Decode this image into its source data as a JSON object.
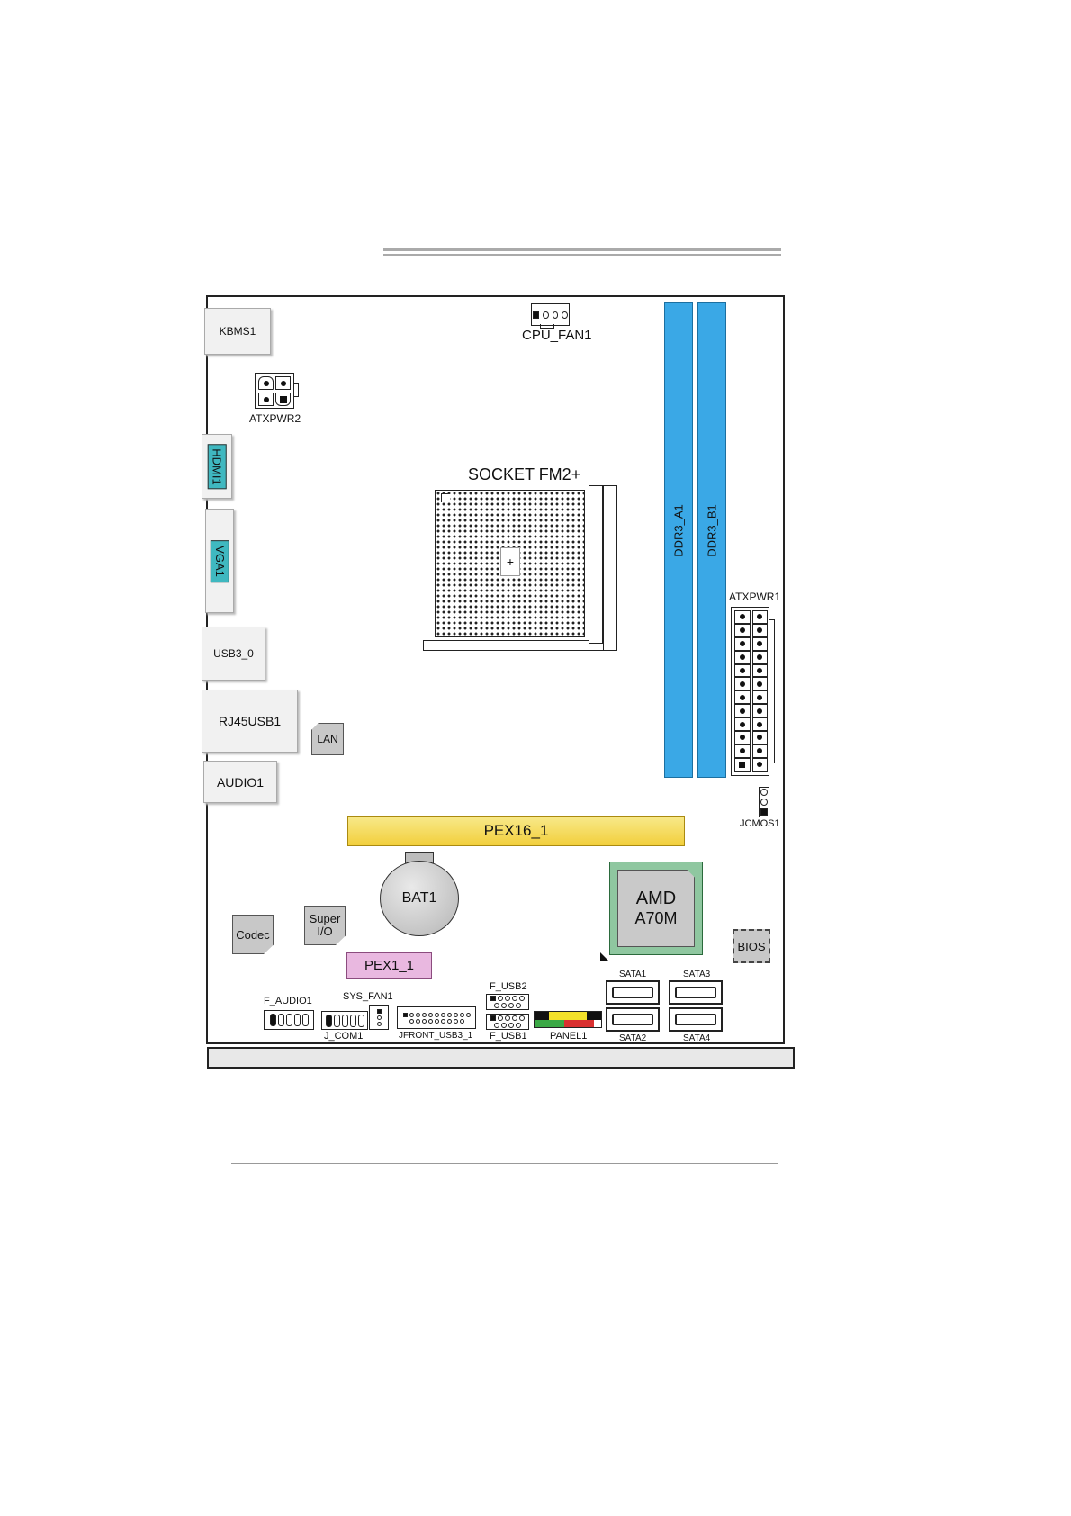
{
  "labels": {
    "kbms": "KBMS1",
    "cpu_fan": "CPU_FAN1",
    "atxpwr2": "ATXPWR2",
    "hdmi": "HDMI1",
    "vga": "VGA1",
    "usb3": "USB3_0",
    "rj45": "RJ45USB1",
    "lan": "LAN",
    "audio": "AUDIO1",
    "socket": "SOCKET FM2+",
    "cpu_mark": "+",
    "ddr3_a1": "DDR3_A1",
    "ddr3_b1": "DDR3_B1",
    "atxpwr1": "ATXPWR1",
    "jcmos": "JCMOS1",
    "pex16": "PEX16_1",
    "bat": "BAT1",
    "amd_line1": "AMD",
    "amd_line2": "A70M",
    "codec": "Codec",
    "super_io_line1": "Super",
    "super_io_line2": "I/O",
    "bios": "BIOS",
    "pex1": "PEX1_1",
    "f_audio": "F_AUDIO1",
    "sys_fan": "SYS_FAN1",
    "j_com": "J_COM1",
    "jfront_usb3": "JFRONT_USB3_1",
    "f_usb2": "F_USB2",
    "f_usb1": "F_USB1",
    "panel": "PANEL1",
    "sata1": "SATA1",
    "sata2": "SATA2",
    "sata3": "SATA3",
    "sata4": "SATA4"
  },
  "colors": {
    "dimm": "#3aa8e6",
    "pex16": "#f5d94a",
    "pex1": "#e9b8e0",
    "chipset": "#8fc7a0",
    "hdmi_vga": "#3fb8c0"
  }
}
